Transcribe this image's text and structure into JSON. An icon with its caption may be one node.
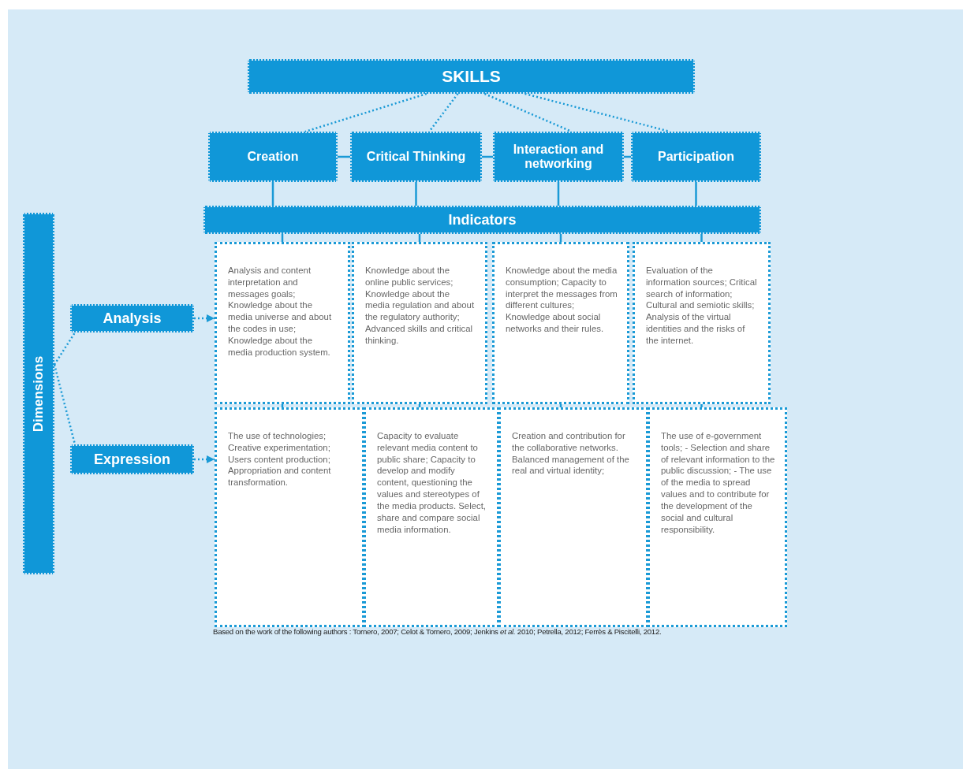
{
  "diagram": {
    "caption": "Based on the work of the following authors : Tornero, 2007; Celot & Tornero, 2009; Jenkins *et al.* 2010; Petrella, 2012; Ferrès & Piscitelli, 2012.",
    "nodes": [
      {
        "text": [
          "SKILLS"
        ]
      },
      {
        "text": [
          "Creation"
        ]
      },
      {
        "text": [
          "Critical Thinking"
        ]
      },
      {
        "text": [
          "Interaction and networking"
        ]
      },
      {
        "text": [
          "Participation"
        ]
      },
      {
        "text": [
          "Indicators"
        ]
      },
      {
        "text": [
          "Dimensions"
        ]
      },
      {
        "text": [
          "Analysis"
        ]
      },
      {
        "text": [
          "Expression"
        ]
      },
      {
        "text": [
          "Analysis and content interpretation and messages goals; Knowledge about the media universe and about the codes in use; Knowledge about the media production system."
        ]
      },
      {
        "text": [
          "Knowledge about the online public services; Knowledge about the media regulation and about the regulatory authority; Advanced skills and critical thinking."
        ]
      },
      {
        "text": [
          "Knowledge about the media consumption; Capacity to interpret the messages from different cultures; Knowledge about social networks and their rules."
        ]
      },
      {
        "text": [
          "Evaluation of the information sources; Critical search of information; Cultural and semiotic skills; Analysis of the virtual identities and the risks of the internet."
        ]
      },
      {
        "text": [
          "The use of technologies; Creative experimentation; Users content production; Appropriation and content transformation."
        ]
      },
      {
        "text": [
          "Capacity to evaluate relevant media content to public share; Capacity to develop and modify content, questioning the values and stereotypes of the media products. Select, share and compare social media information."
        ]
      },
      {
        "text": [
          "Creation and contribution for the collaborative networks. Balanced management of the real and virtual identity;"
        ]
      },
      {
        "text": [
          "The use of e-government tools; - Selection and share of relevant information to the public discussion; - The use of the media to spread values and to contribute for the development of the social and cultural responsibility."
        ]
      }
    ],
    "edges": [
      {
        "from": 0,
        "to": 1,
        "arrow": "none",
        "style": "dashed"
      },
      {
        "from": 0,
        "to": 2,
        "arrow": "none",
        "style": "dashed"
      },
      {
        "from": 0,
        "to": 3,
        "arrow": "none",
        "style": "dashed"
      },
      {
        "from": 0,
        "to": 4,
        "arrow": "none",
        "style": "dashed"
      },
      {
        "from": 1,
        "to": 2,
        "arrow": "none"
      },
      {
        "from": 2,
        "to": 3,
        "arrow": "none"
      },
      {
        "from": 3,
        "to": 4,
        "arrow": "none"
      },
      {
        "from": 1,
        "to": 5,
        "arrow": "none"
      },
      {
        "from": 2,
        "to": 5,
        "arrow": "none"
      },
      {
        "from": 3,
        "to": 5,
        "arrow": "none"
      },
      {
        "from": 4,
        "to": 5,
        "arrow": "none"
      },
      {
        "from": 5,
        "to": 9,
        "arrow": "none"
      },
      {
        "from": 5,
        "to": 10,
        "arrow": "none"
      },
      {
        "from": 5,
        "to": 11,
        "arrow": "none"
      },
      {
        "from": 5,
        "to": 12,
        "arrow": "none"
      },
      {
        "from": 9,
        "to": 13,
        "arrow": "none"
      },
      {
        "from": 10,
        "to": 14,
        "arrow": "none"
      },
      {
        "from": 11,
        "to": 15,
        "arrow": "none"
      },
      {
        "from": 12,
        "to": 16,
        "arrow": "none"
      },
      {
        "from": 6,
        "to": 7,
        "arrow": "none",
        "style": "dashed"
      },
      {
        "from": 6,
        "to": 8,
        "arrow": "none",
        "style": "dashed"
      },
      {
        "from": 7,
        "to": 9,
        "arrow": "to",
        "style": "dashed"
      },
      {
        "from": 8,
        "to": 13,
        "arrow": "to",
        "style": "dashed"
      }
    ]
  }
}
